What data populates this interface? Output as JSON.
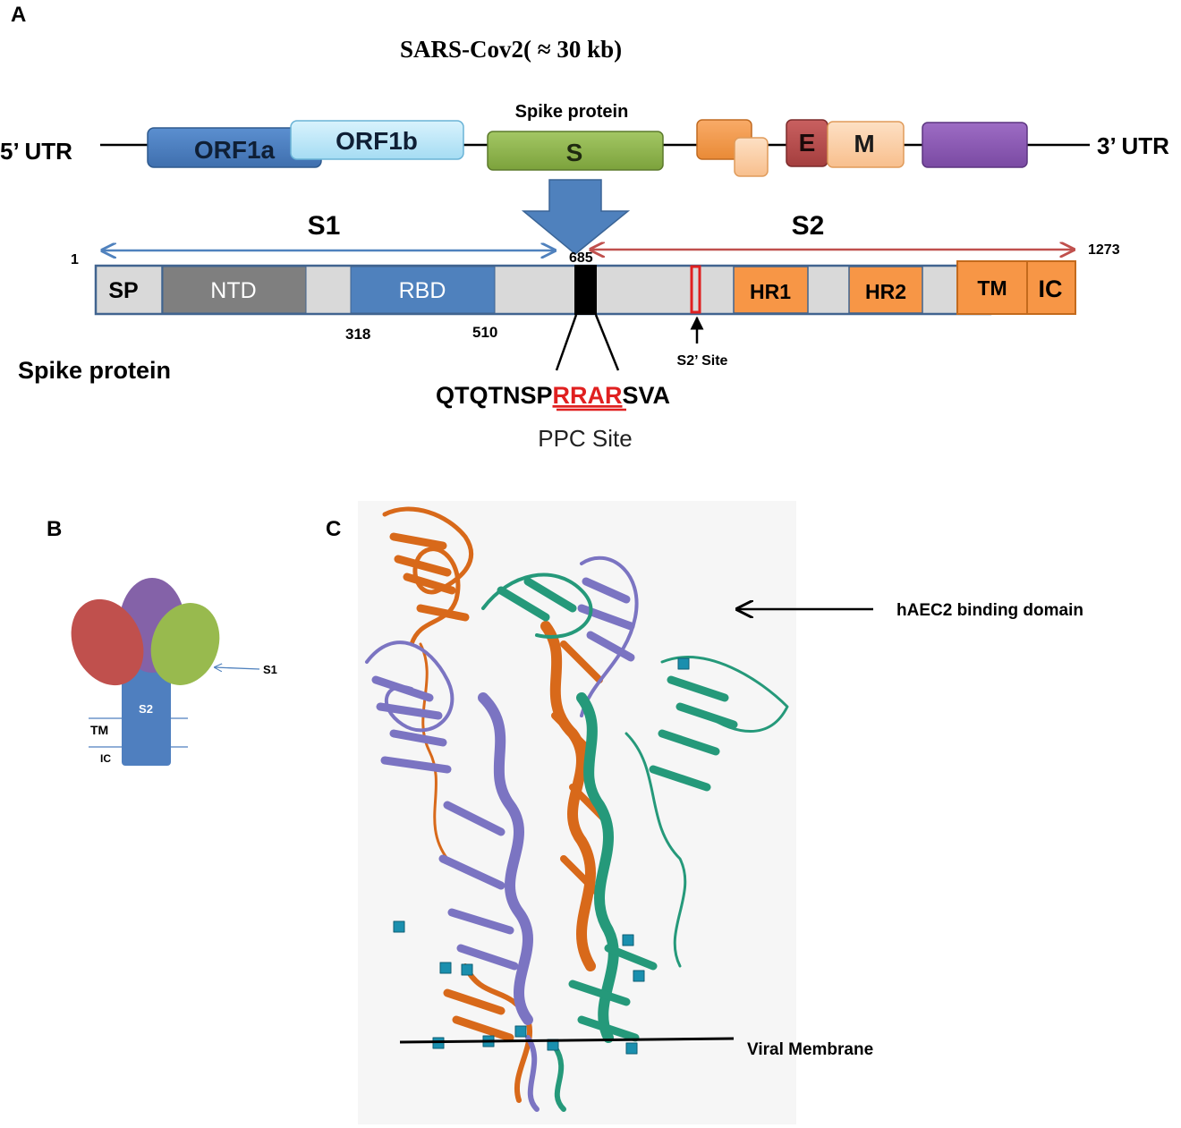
{
  "panels": {
    "a": "A",
    "b": "B",
    "c": "C"
  },
  "genome": {
    "title": "SARS-Cov2( ≈ 30 kb)",
    "utr5": "5’ UTR",
    "utr3": "3’ UTR",
    "orf1a": "ORF1a",
    "orf1b": "ORF1b",
    "spike_caption": "Spike protein",
    "s": "S",
    "e": "E",
    "m": "M"
  },
  "spike": {
    "s1": "S1",
    "s2": "S2",
    "pos_start": "1",
    "pos_cleavage": "685",
    "pos_end": "1273",
    "pos_318": "318",
    "pos_510": "510",
    "domains": {
      "sp": "SP",
      "ntd": "NTD",
      "rbd": "RBD",
      "hr1": "HR1",
      "hr2": "HR2",
      "tm": "TM",
      "ic": "IC"
    },
    "s2prime": "S2’ Site",
    "label": "Spike protein",
    "seq_pre": "QTQTNSP",
    "seq_highlight": "RRAR",
    "seq_post": "SVA",
    "ppc": "PPC Site"
  },
  "schematic": {
    "s1": "S1",
    "s2": "S2",
    "tm": "TM",
    "ic": "IC"
  },
  "structure": {
    "binding": "hAEC2 binding domain",
    "membrane": "Viral Membrane"
  },
  "colors": {
    "orf1a": "#4a7ebb",
    "orf1b": "#b7e6f8",
    "s_green": "#8db54a",
    "orange": "#f79646",
    "peach": "#fbc99c",
    "e_red": "#b84a4a",
    "purple": "#8e5bb4",
    "s1_arrow": "#4f81bd",
    "s2_arrow": "#c0504d",
    "bar_gray": "#d9d9d9",
    "ntd_gray": "#7f7f7f",
    "rbd_blue": "#4f81bd",
    "site_red": "#e02020",
    "prot_orange": "#d8691a",
    "prot_purple": "#7b74c2",
    "prot_teal": "#25997a",
    "glycan": "#1a8fae"
  }
}
